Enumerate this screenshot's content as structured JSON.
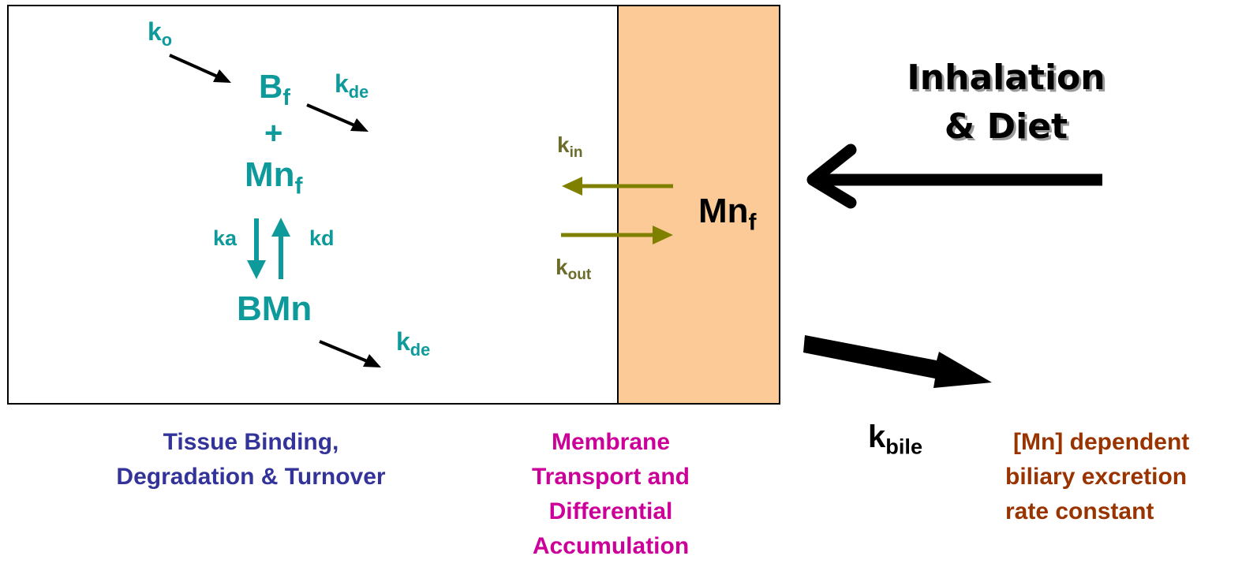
{
  "colors": {
    "teal": "#0e9a9a",
    "olive": "#808000",
    "olive_text": "#6b6b2a",
    "membrane_fill": "#fcca96",
    "tissue_caption": "#33339a",
    "membrane_caption": "#cc0099",
    "biliary_caption": "#993300"
  },
  "icons": {
    "arrow": "black-arrow",
    "reversible": "teal-up-down-arrows",
    "transport": "olive-arrows"
  },
  "tissue": {
    "ko": {
      "base": "k",
      "sub": "o"
    },
    "bf": {
      "base": "B",
      "sub": "f"
    },
    "kde_top": {
      "base": "k",
      "sub": "de"
    },
    "plus": "+",
    "mnf": {
      "base": "Mn",
      "sub": "f"
    },
    "ka": "ka",
    "kd": "kd",
    "bmn": "BMn",
    "kde_bottom": {
      "base": "k",
      "sub": "de"
    }
  },
  "transport": {
    "kin": {
      "base": "k",
      "sub": "in"
    },
    "kout": {
      "base": "k",
      "sub": "out"
    }
  },
  "membrane": {
    "mnf": {
      "base": "Mn",
      "sub": "f"
    }
  },
  "inputs": {
    "line1": "Inhalation",
    "line2": "& Diet"
  },
  "bile": {
    "label": {
      "base": "k",
      "sub": "bile"
    }
  },
  "captions": {
    "tissue": [
      "Tissue Binding,",
      "Degradation & Turnover"
    ],
    "membrane": [
      "Membrane",
      "Transport and",
      "Differential",
      "Accumulation"
    ],
    "biliary": [
      "[Mn] dependent",
      "biliary excretion",
      "rate constant"
    ]
  }
}
